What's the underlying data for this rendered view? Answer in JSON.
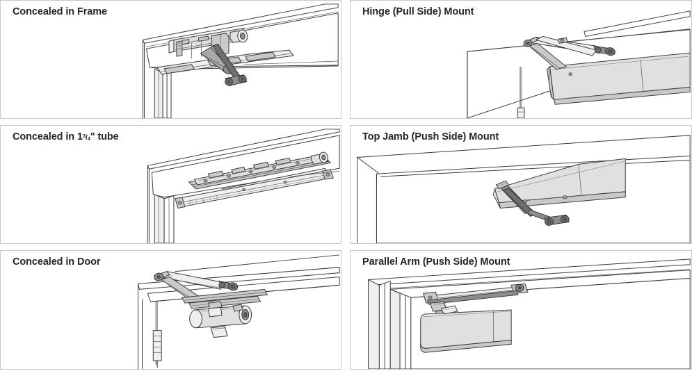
{
  "page": {
    "background": "#ffffff",
    "border_color": "#c9c9c9",
    "title_color": "#262626",
    "columns": 2,
    "rows": 3
  },
  "panels": [
    {
      "id": "concealed-in-frame",
      "title": "Concealed in Frame",
      "illustration": "door-closer-concealed-in-frame"
    },
    {
      "id": "hinge-pull-side-mount",
      "title": "Hinge (Pull Side) Mount",
      "illustration": "door-closer-hinge-pull-side"
    },
    {
      "id": "concealed-in-tube",
      "title_prefix": "Concealed in 1",
      "title_numerator": "3",
      "title_slash": "/",
      "title_denominator": "4",
      "title_suffix": "\" tube",
      "title": "Concealed in 1 3/4\" tube",
      "illustration": "door-closer-concealed-in-tube"
    },
    {
      "id": "top-jamb-push-side-mount",
      "title": "Top Jamb (Push Side) Mount",
      "illustration": "door-closer-top-jamb-push-side"
    },
    {
      "id": "concealed-in-door",
      "title": "Concealed in Door",
      "illustration": "door-closer-concealed-in-door"
    },
    {
      "id": "parallel-arm-push-side-mount",
      "title": "Parallel Arm (Push Side) Mount",
      "illustration": "door-closer-parallel-arm-push-side"
    }
  ]
}
